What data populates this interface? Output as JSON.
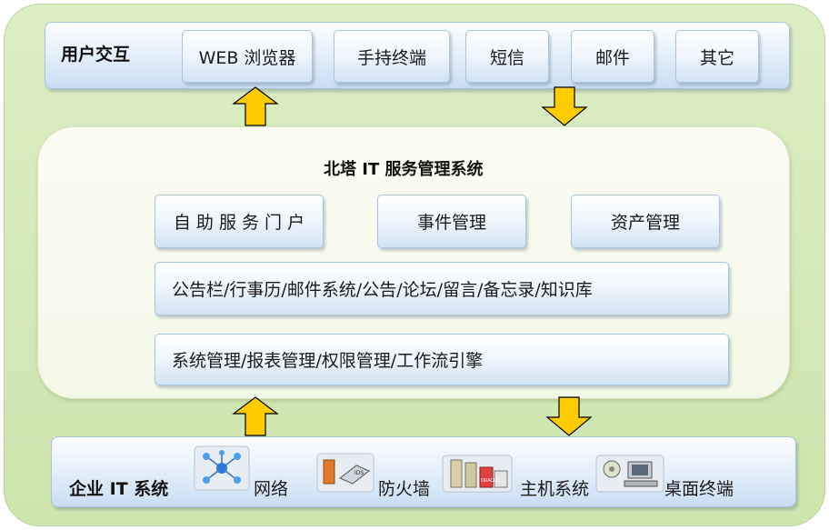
{
  "user_interaction": {
    "title": "用户交互",
    "items": [
      "WEB 浏览器",
      "手持终端",
      "短信",
      "邮件",
      "其它"
    ]
  },
  "system": {
    "title": "北塔 IT 服务管理系统",
    "modules": [
      "自 助 服 务 门 户",
      "事件管理",
      "资产管理"
    ],
    "row1": "公告栏/行事历/邮件系统/公告/论坛/留言/备忘录/知识库",
    "row2": "系统管理/报表管理/权限管理/工作流引擎"
  },
  "enterprise_it": {
    "title": "企业 IT 系统",
    "items": [
      "网络",
      "防火墙",
      "主机系统",
      "桌面终端"
    ]
  },
  "colors": {
    "arrow_fill": "#ffcc00",
    "arrow_stroke": "#000000",
    "outer_bg": "#d6eabb",
    "bar_bg": "#dde9f6"
  },
  "icons": [
    "network-topology-icon",
    "firewall-icon",
    "server-icon",
    "desktop-terminal-icon"
  ]
}
